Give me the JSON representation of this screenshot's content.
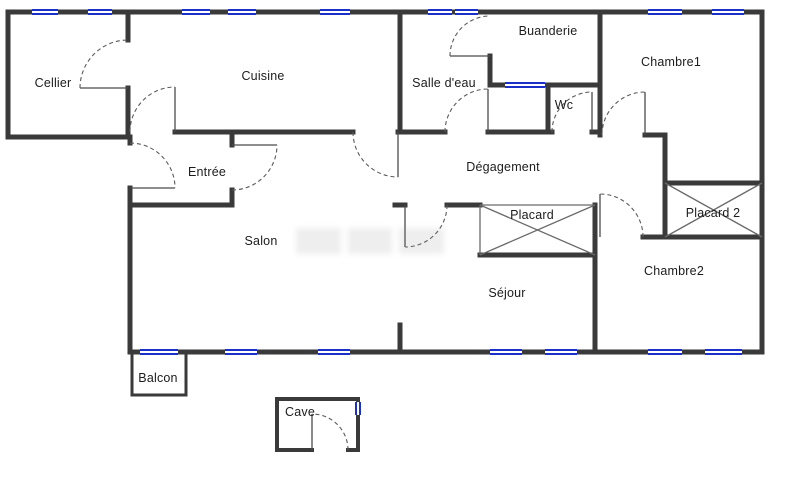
{
  "rooms": [
    {
      "id": "cellier",
      "label": "Cellier"
    },
    {
      "id": "cuisine",
      "label": "Cuisine"
    },
    {
      "id": "buanderie",
      "label": "Buanderie"
    },
    {
      "id": "salle-deau",
      "label": "Salle d'eau"
    },
    {
      "id": "wc",
      "label": "Wc"
    },
    {
      "id": "chambre1",
      "label": "Chambre1"
    },
    {
      "id": "entree",
      "label": "Entrée"
    },
    {
      "id": "degagement",
      "label": "Dégagement"
    },
    {
      "id": "placard",
      "label": "Placard"
    },
    {
      "id": "placard2",
      "label": "Placard 2"
    },
    {
      "id": "salon",
      "label": "Salon"
    },
    {
      "id": "sejour",
      "label": "Séjour"
    },
    {
      "id": "chambre2",
      "label": "Chambre2"
    },
    {
      "id": "balcon",
      "label": "Balcon"
    },
    {
      "id": "cave",
      "label": "Cave"
    }
  ],
  "colors": {
    "wall": "#3a3a3a",
    "window": "#1a30c8",
    "door_arc": "#5a5a5a",
    "background": "#ffffff"
  }
}
